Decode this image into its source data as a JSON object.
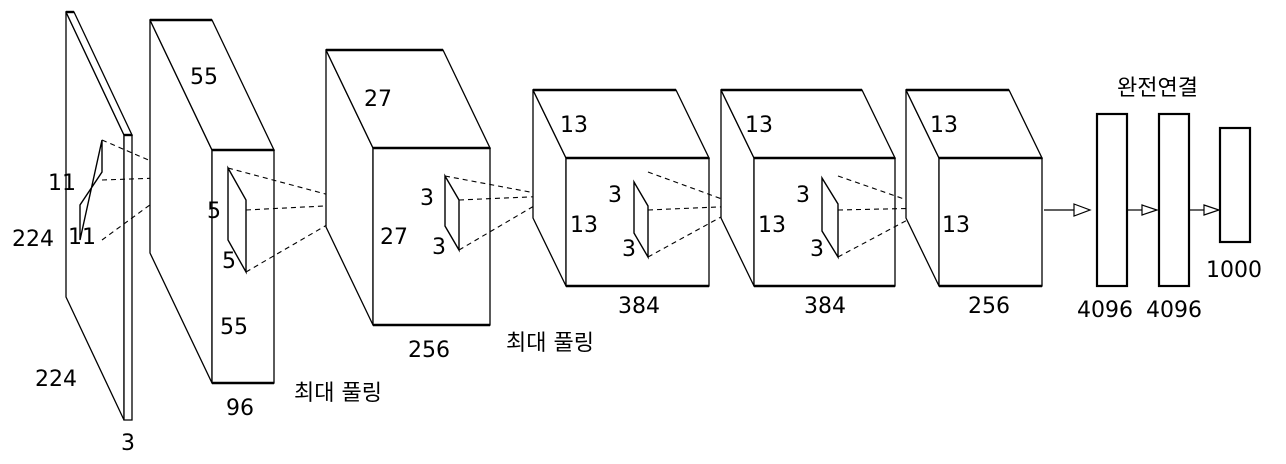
{
  "input": {
    "height": "224",
    "width": "224",
    "depth": "3",
    "kernel_a": "11",
    "kernel_b": "11"
  },
  "conv1": {
    "height": "55",
    "width": "55",
    "depth": "96",
    "kernel_a": "5",
    "kernel_b": "5",
    "pool": "최대 풀링"
  },
  "conv2": {
    "height": "27",
    "width": "27",
    "depth": "256",
    "kernel_a": "3",
    "kernel_b": "3",
    "pool": "최대 풀링"
  },
  "conv3": {
    "height": "13",
    "width": "13",
    "depth": "384",
    "kernel_a": "3",
    "kernel_b": "3"
  },
  "conv4": {
    "height": "13",
    "width": "13",
    "depth": "384",
    "kernel_a": "3",
    "kernel_b": "3"
  },
  "conv5": {
    "height": "13",
    "width": "13",
    "depth": "256"
  },
  "fc": {
    "title": "완전연결",
    "fc1": "4096",
    "fc2": "4096",
    "fc3": "1000"
  }
}
